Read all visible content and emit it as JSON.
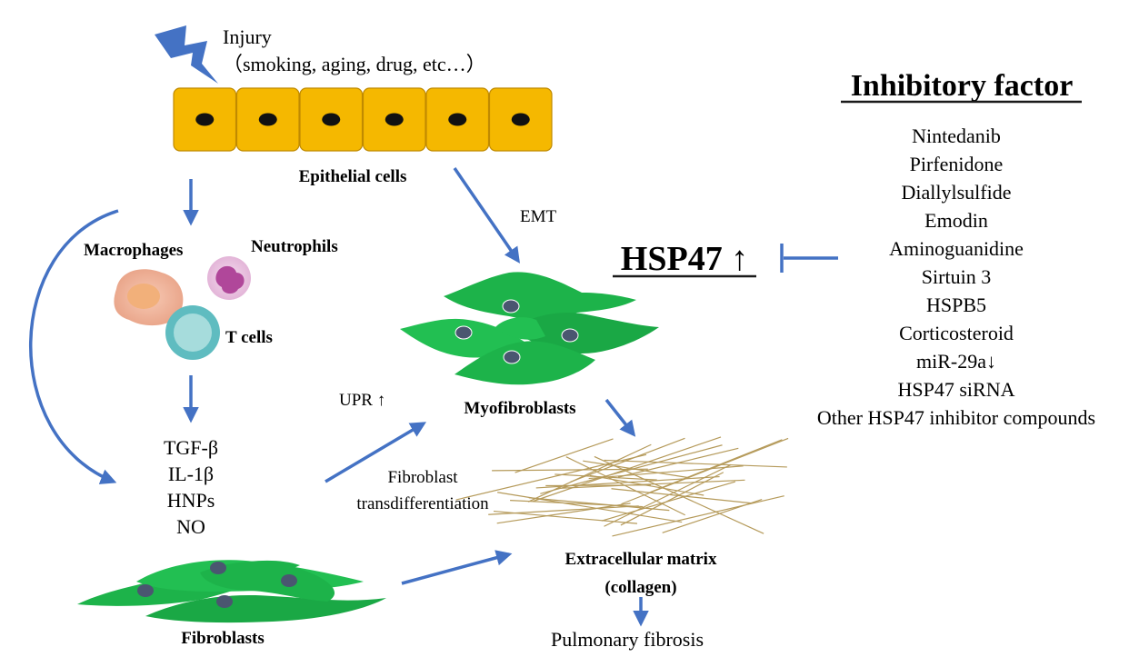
{
  "injury": {
    "title": "Injury",
    "causes": "（smoking, aging, drug, etc…）"
  },
  "epithelial_cells": {
    "label": "Epithelial cells",
    "cell_count": 6
  },
  "immune": {
    "macrophages": "Macrophages",
    "neutrophils": "Neutrophils",
    "t_cells": "T cells"
  },
  "mediators": [
    "TGF-β",
    "IL-1β",
    "HNPs",
    "NO"
  ],
  "fibroblasts": {
    "label": "Fibroblasts"
  },
  "emt": {
    "label": "EMT"
  },
  "upr": {
    "label": "UPR ↑"
  },
  "transdiff": {
    "line1": "Fibroblast",
    "line2": "transdifferentiation"
  },
  "myofibroblasts": {
    "label": "Myofibroblasts"
  },
  "ecm": {
    "line1": "Extracellular matrix",
    "line2": "(collagen)"
  },
  "outcome": {
    "label": "Pulmonary fibrosis"
  },
  "hsp47": {
    "label": "HSP47 ↑"
  },
  "inhibitory": {
    "title": "Inhibitory factor",
    "items": [
      "Nintedanib",
      "Pirfenidone",
      "Diallylsulfide",
      "Emodin",
      "Aminoguanidine",
      "Sirtuin 3",
      "HSPB5",
      "Corticosteroid",
      "miR-29a↓",
      "HSP47 siRNA",
      "Other HSP47 inhibitor compounds"
    ]
  },
  "colors": {
    "arrow": "#4472c4",
    "epithelium_fill": "#f5b800",
    "fibroblast_green": "#1db34a",
    "nucleus": "#4a5670",
    "macrophage": "#f2b8a0",
    "neutrophil": "#d88fc4",
    "tcell": "#5fbcc0",
    "collagen": "#b59a5a"
  }
}
